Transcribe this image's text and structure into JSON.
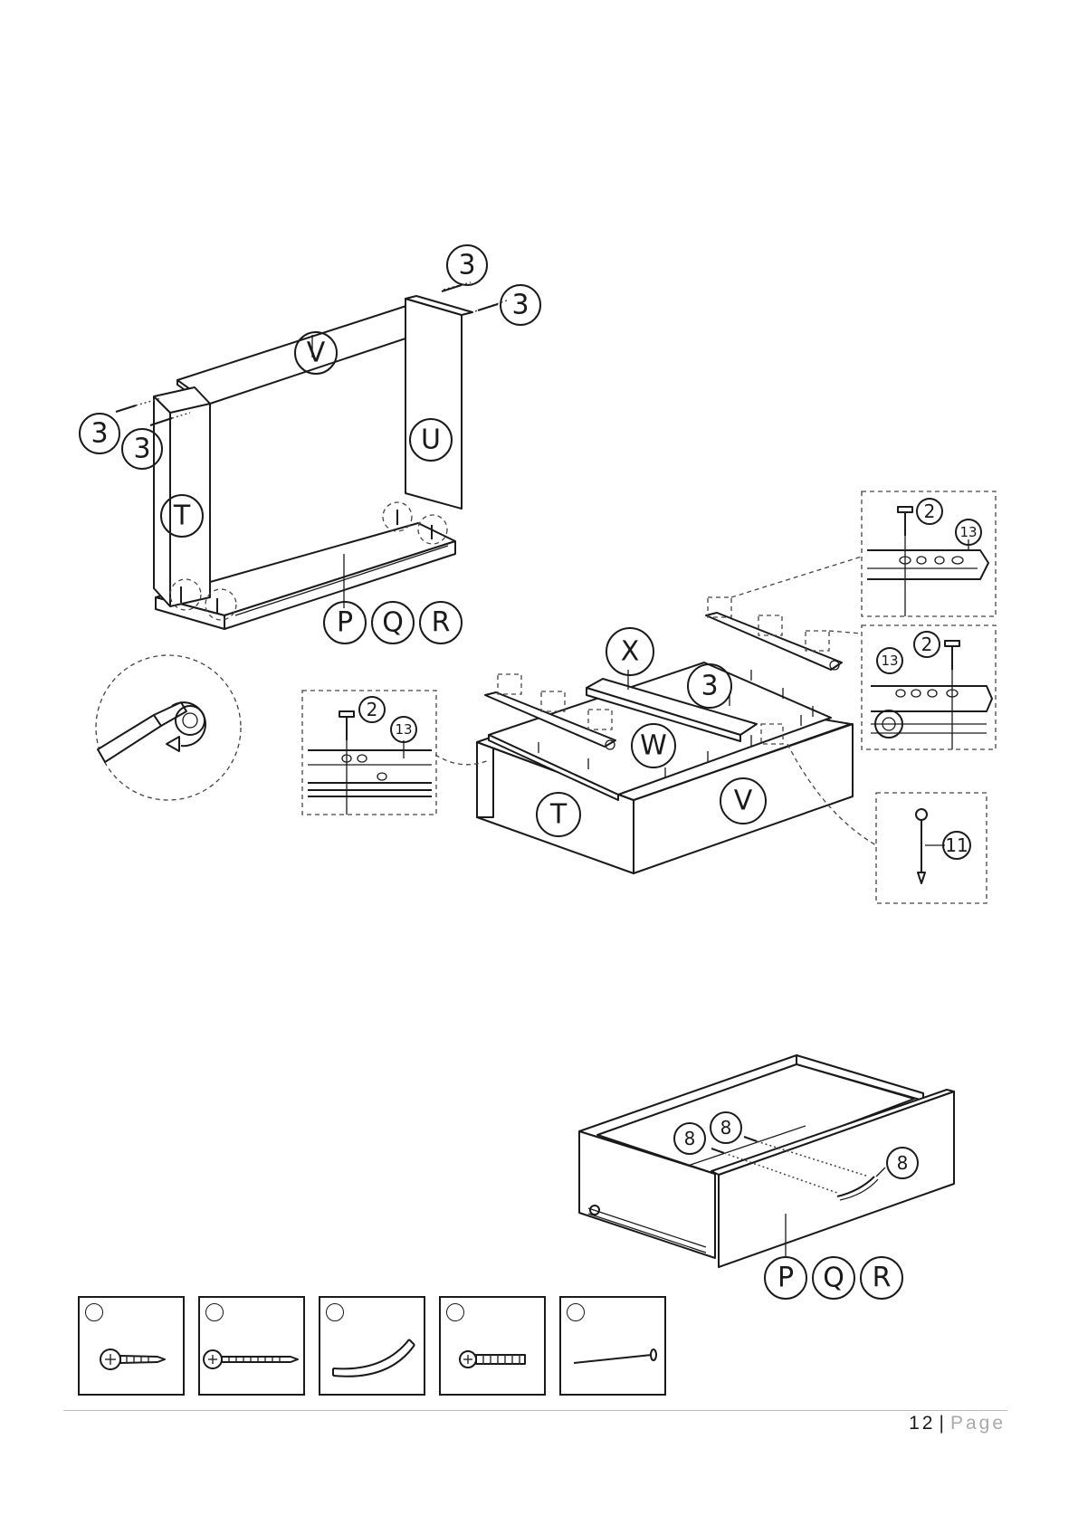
{
  "page": {
    "number": "12",
    "separator": "|",
    "word": "Page"
  },
  "step_top": {
    "panels": {
      "top": "V",
      "right_side": "U",
      "left_side": "T",
      "bottom": "P Q R"
    },
    "screw_callouts": [
      "3",
      "3",
      "3",
      "3"
    ],
    "bottom_labels": [
      "P",
      "Q",
      "R"
    ]
  },
  "step_middle": {
    "panels": {
      "left": "T",
      "front": "V",
      "base": "W",
      "rail": "X"
    },
    "screw_callout": "3",
    "detail_left": {
      "screw": "2",
      "runner": "13"
    },
    "detail_top_right": {
      "screw": "2",
      "runner": "13"
    },
    "detail_mid_right": {
      "screw": "2",
      "runner": "13"
    },
    "detail_nail": {
      "nail": "11"
    }
  },
  "step_bottom": {
    "screw_callouts": [
      "8",
      "8",
      "8"
    ],
    "labels": [
      "P",
      "Q",
      "R"
    ]
  },
  "hardware": [
    {
      "num": "",
      "icon": "short-screw-icon"
    },
    {
      "num": "",
      "icon": "long-screw-icon"
    },
    {
      "num": "",
      "icon": "handle-icon"
    },
    {
      "num": "",
      "icon": "machine-screw-icon"
    },
    {
      "num": "",
      "icon": "nail-icon"
    }
  ]
}
